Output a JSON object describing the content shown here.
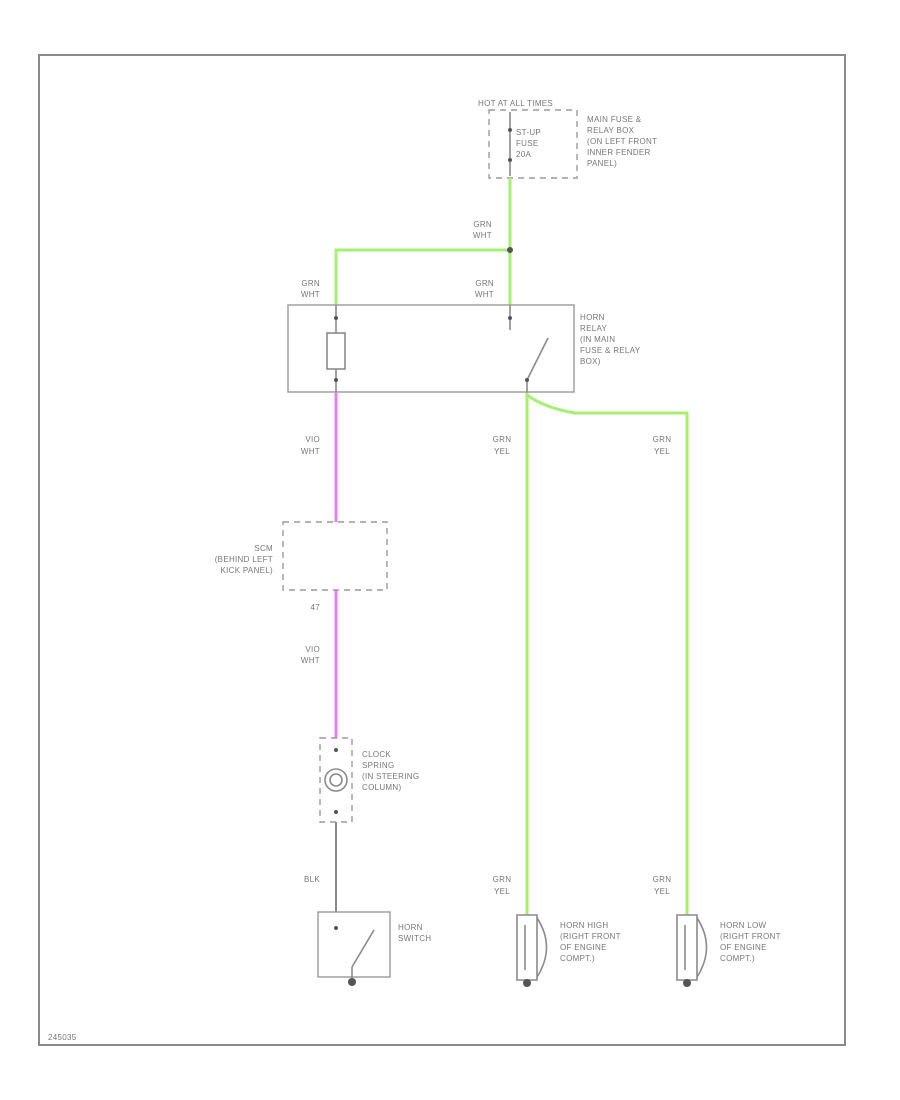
{
  "colors": {
    "grn_wire": "#a6ef73",
    "vio_wire": "#e57ff0",
    "blk_wire": "#888888"
  },
  "diagram": {
    "fuse": {
      "header": "HOT AT ALL TIMES",
      "fuse_label": [
        "ST-UP",
        "FUSE",
        "20A"
      ],
      "box_label": [
        "MAIN FUSE &",
        "RELAY BOX",
        "(ON LEFT FRONT",
        "INNER FENDER",
        "PANEL)"
      ]
    },
    "wire_fuse_to_splice": [
      "GRN",
      "WHT"
    ],
    "wire_coil_in": [
      "GRN",
      "WHT"
    ],
    "wire_switch_in": [
      "GRN",
      "WHT"
    ],
    "relay": {
      "label": [
        "HORN",
        "RELAY",
        "(IN MAIN",
        "FUSE & RELAY",
        "BOX)"
      ]
    },
    "wire_coil_out": [
      "VIO",
      "WHT"
    ],
    "wire_high": [
      "GRN",
      "YEL"
    ],
    "wire_low": [
      "GRN",
      "YEL"
    ],
    "scm": {
      "label": [
        "SCM",
        "(BEHIND LEFT",
        "KICK PANEL)"
      ],
      "pin": "47"
    },
    "wire_scm_out": [
      "VIO",
      "WHT"
    ],
    "clock_spring": {
      "label": [
        "CLOCK",
        "SPRING",
        "(IN STEERING",
        "COLUMN)"
      ]
    },
    "wire_horn_sw": "BLK",
    "horn_switch": {
      "label": [
        "HORN",
        "SWITCH"
      ]
    },
    "wire_high_end": [
      "GRN",
      "YEL"
    ],
    "wire_low_end": [
      "GRN",
      "YEL"
    ],
    "horn_high": {
      "label": [
        "HORN HIGH",
        "(RIGHT FRONT",
        "OF ENGINE",
        "COMPT.)"
      ]
    },
    "horn_low": {
      "label": [
        "HORN LOW",
        "(RIGHT FRONT",
        "OF ENGINE",
        "COMPT.)"
      ]
    },
    "code": "245035"
  }
}
